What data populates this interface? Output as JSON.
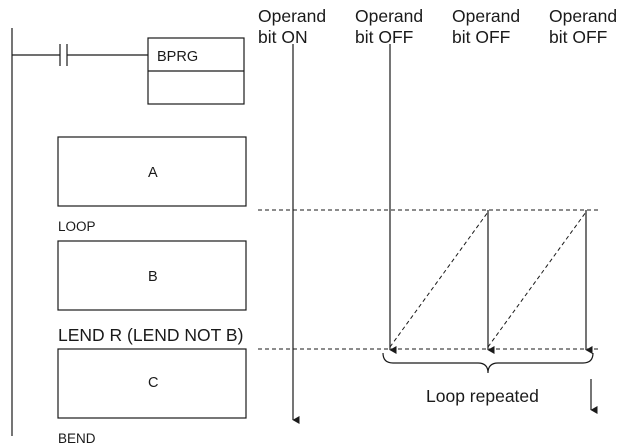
{
  "instruction": {
    "name": "BPRG"
  },
  "columns": [
    {
      "line1": "Operand",
      "line2": "bit ON"
    },
    {
      "line1": "Operand",
      "line2": "bit OFF"
    },
    {
      "line1": "Operand",
      "line2": "bit OFF"
    },
    {
      "line1": "Operand",
      "line2": "bit OFF"
    }
  ],
  "blocks": [
    {
      "label": "A"
    },
    {
      "label": "B"
    },
    {
      "label": "C"
    }
  ],
  "markers": {
    "loop": "LOOP",
    "lend": "LEND R (LEND NOT B)",
    "bend": "BEND"
  },
  "loop_note": "Loop repeated"
}
